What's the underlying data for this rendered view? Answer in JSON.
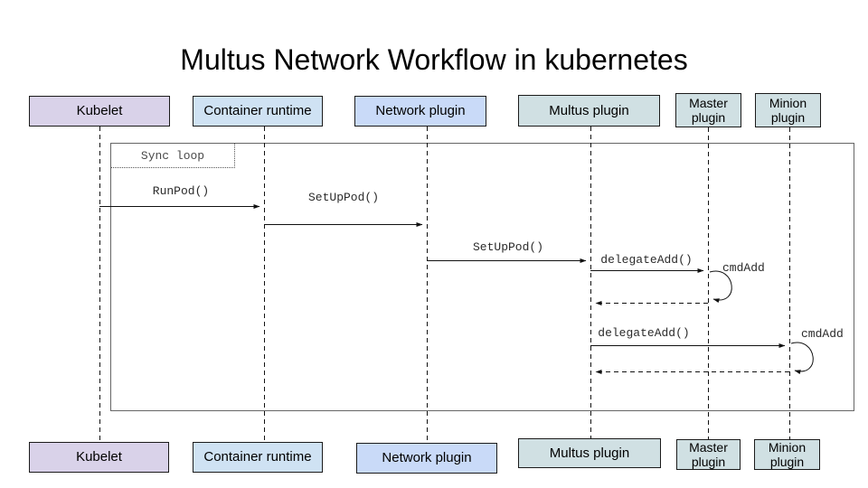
{
  "title": "Multus Network Workflow in kubernetes",
  "actors": [
    {
      "label": "Kubelet",
      "color": "#d9d2e9"
    },
    {
      "label": "Container runtime",
      "color": "#cfe2f3"
    },
    {
      "label": "Network plugin",
      "color": "#c9daf8"
    },
    {
      "label": "Multus plugin",
      "color": "#d0e0e3"
    },
    {
      "label": "Master plugin",
      "color": "#d0e0e3"
    },
    {
      "label": "Minion plugin",
      "color": "#d0e0e3"
    }
  ],
  "diagram": {
    "sync_loop_label": "Sync loop",
    "frame_color": "#666666",
    "messages": [
      {
        "label": "RunPod()",
        "from": "Kubelet",
        "to": "Container runtime",
        "type": "solid-arrow"
      },
      {
        "label": "SetUpPod()",
        "from": "Container runtime",
        "to": "Network plugin",
        "type": "solid-arrow"
      },
      {
        "label": "SetUpPod()",
        "from": "Network plugin",
        "to": "Multus plugin",
        "type": "solid-arrow"
      },
      {
        "label": "delegateAdd()",
        "from": "Multus plugin",
        "to": "Master plugin",
        "type": "solid-arrow"
      },
      {
        "label": "cmdAdd",
        "from": "Master plugin",
        "to": "Master plugin",
        "type": "self-loop"
      },
      {
        "label": "",
        "from": "Master plugin",
        "to": "Multus plugin",
        "type": "dashed-return"
      },
      {
        "label": "delegateAdd()",
        "from": "Multus plugin",
        "to": "Minion plugin",
        "type": "solid-arrow"
      },
      {
        "label": "cmdAdd",
        "from": "Minion plugin",
        "to": "Minion plugin",
        "type": "self-loop"
      },
      {
        "label": "",
        "from": "Minion plugin",
        "to": "Multus plugin",
        "type": "dashed-return"
      }
    ]
  }
}
